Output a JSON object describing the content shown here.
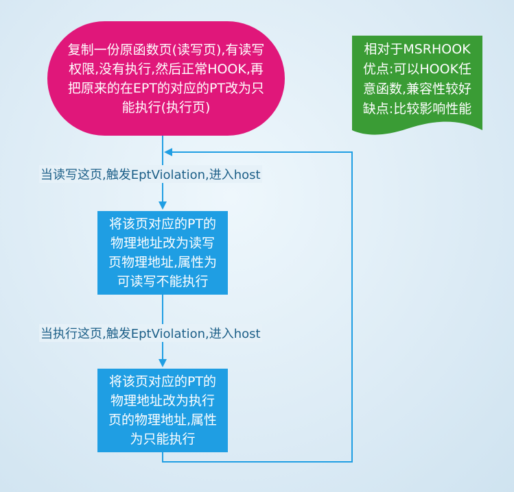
{
  "diagram": {
    "start_node": {
      "text": "复制一份原函数页(读写页),有读写\n权限,没有执行,然后正常HOOK,再\n把原来的在EPT的对应的PT改为只\n能执行(执行页)"
    },
    "edge_read_write": {
      "label": "当读写这页,触发EptViolation,进入host"
    },
    "process_read_write": {
      "text": "将该页对应的PT的\n物理地址改为读写\n页物理地址,属性为\n可读写不能执行"
    },
    "edge_execute": {
      "label": "当执行这页,触发EptViolation,进入host"
    },
    "process_execute": {
      "text": "将该页对应的PT的\n物理地址改为执行\n页的物理地址,属性\n为只能执行"
    },
    "note": {
      "text": "相对于MSRHOOK\n优点:可以HOOK任\n意函数,兼容性较好\n缺点:比较影响性能"
    }
  },
  "colors": {
    "start_node_fill": "#e0177a",
    "process_fill": "#1f9ee3",
    "note_fill": "#3a9c35",
    "connector": "#1f9ee3",
    "edge_label_text": "#1b5e87"
  }
}
